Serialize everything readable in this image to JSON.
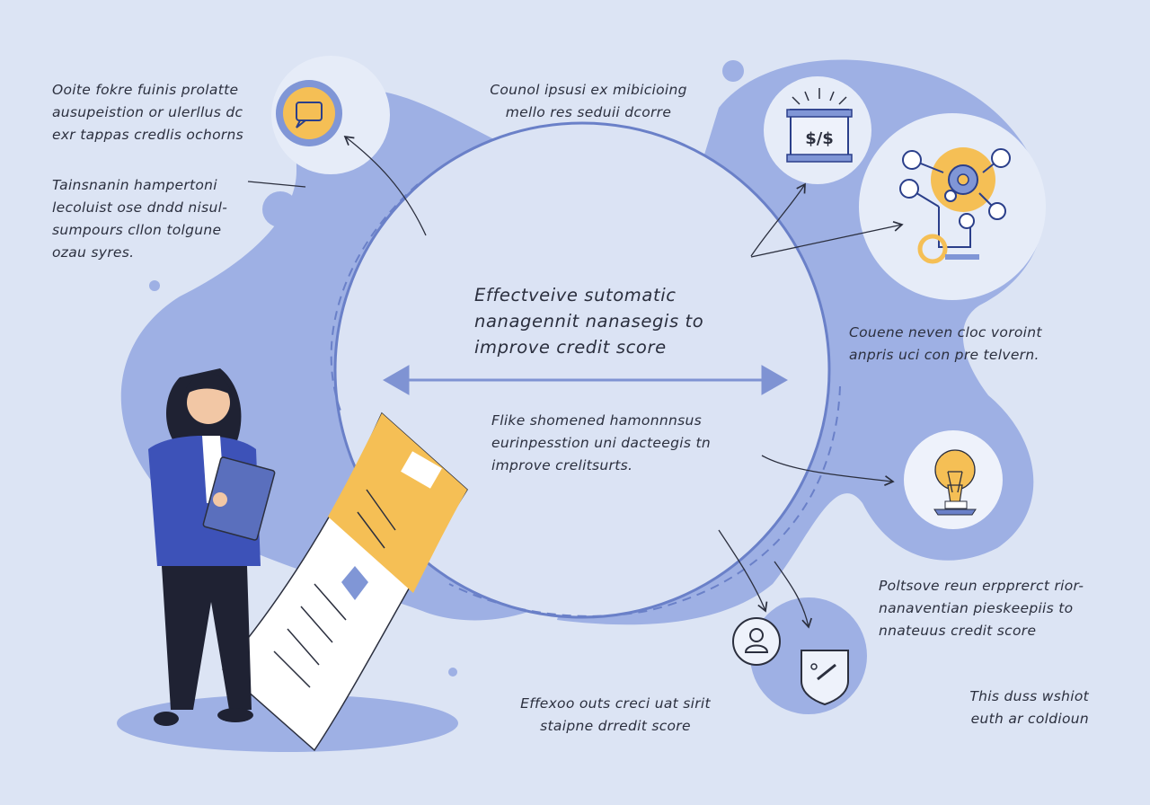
{
  "title": "Effectveive sutomatic nanagennit nanasegis to improve credit score",
  "title_lines": [
    "Effectveive sutomatic",
    "nanagennit nanasegis to",
    "improve credit score"
  ],
  "blocks": {
    "top_left": [
      "Ooite fokre fuinis prolatte",
      "ausupeistion or ulerllus dc",
      "exr tappas credlis ochorns"
    ],
    "mid_left": [
      "Tainsnanin hampertoni",
      "lecoluist ose dndd nisul-",
      "sumpours cllon tolgune",
      "ozau syres."
    ],
    "top_center": [
      "Counol ipsusi ex mibicioing",
      "mello res seduii dcorre"
    ],
    "center_sub": [
      "Flike shomened hamonnnsus",
      "eurinpesstion uni dacteegis tn",
      "improve crelitsurts."
    ],
    "right_mid": [
      "Couene neven cloc voroint",
      "anpris uci con pre telvern."
    ],
    "right_lower": [
      "Poltsove reun erpprerct rior-",
      "nanaventian pieskeepiis to",
      "nnateuus credit score"
    ],
    "bottom_center": [
      "Effexoo outs creci uat sirit",
      "staipne drredit score"
    ],
    "bottom_right": [
      "This duss wshiot",
      "euth ar coldioun"
    ]
  },
  "icons": {
    "money_label": "$/$"
  },
  "colors": {
    "background": "#dce4f4",
    "blob": "#9eb0e4",
    "circle_stroke": "#6a80c8",
    "accent_yellow": "#f5bf55",
    "ink": "#2b2f3e"
  }
}
